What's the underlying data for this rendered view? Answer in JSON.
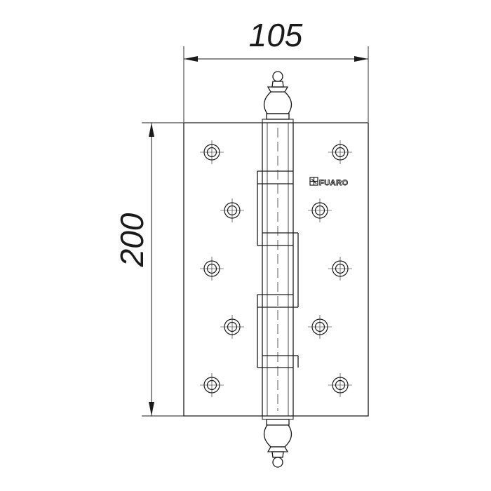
{
  "dimensions": {
    "width_label": "105",
    "height_label": "200"
  },
  "brand": {
    "name": "FUARO"
  },
  "colors": {
    "line": "#1a1a1a",
    "background": "#ffffff"
  }
}
